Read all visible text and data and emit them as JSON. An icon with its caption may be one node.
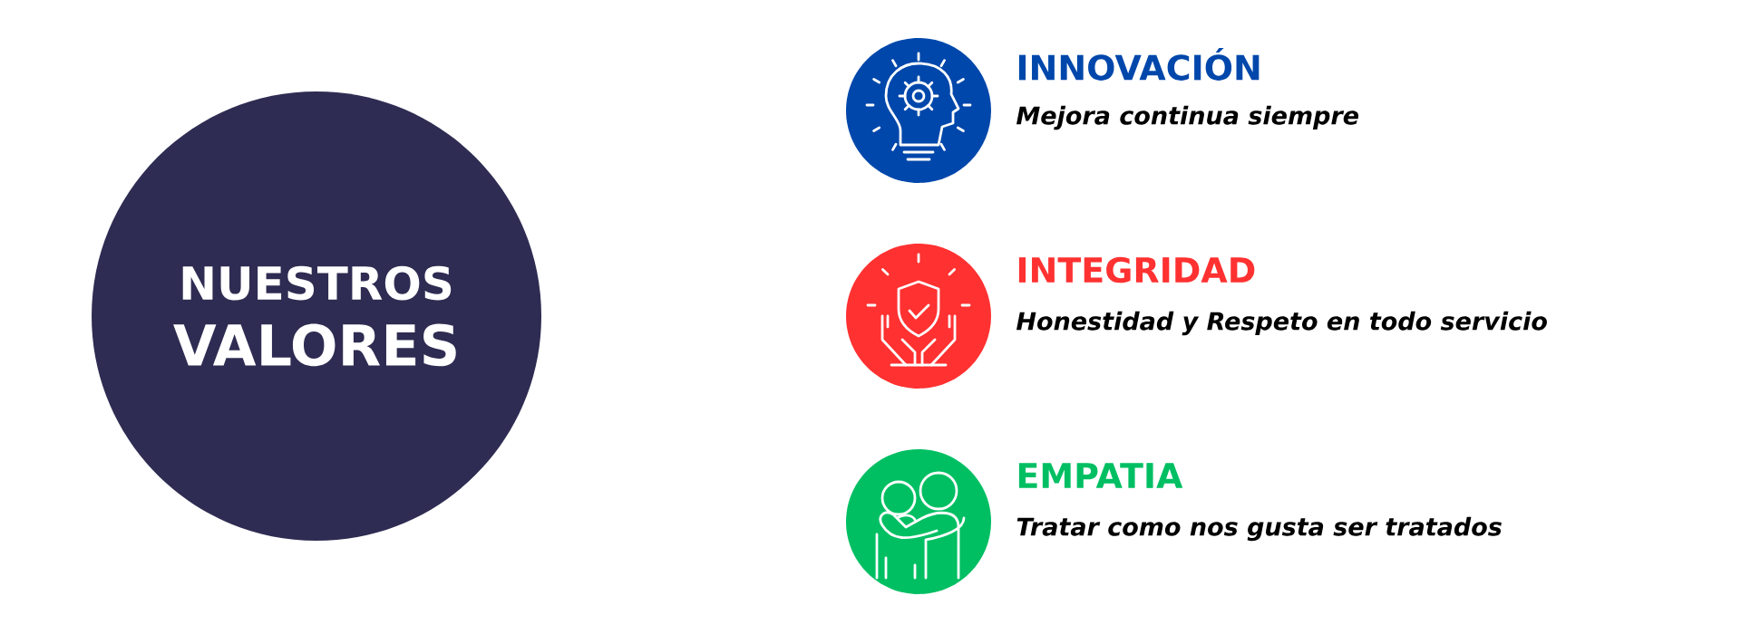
{
  "diagram": {
    "nodes": [
      {
        "text": [
          "NUESTROS",
          "VALORES"
        ]
      },
      {
        "text": [],
        "shape": "circle",
        "beside": [
          "INNOVACIÓN",
          "Mejora continua siempre"
        ]
      },
      {
        "text": [],
        "shape": "circle",
        "beside": [
          "INTEGRIDAD",
          "Honestidad y Respeto en todo servicio"
        ]
      },
      {
        "text": [],
        "shape": "circle",
        "beside": [
          "EMPATIA",
          "Tratar como nos gusta ser tratados"
        ]
      }
    ]
  }
}
